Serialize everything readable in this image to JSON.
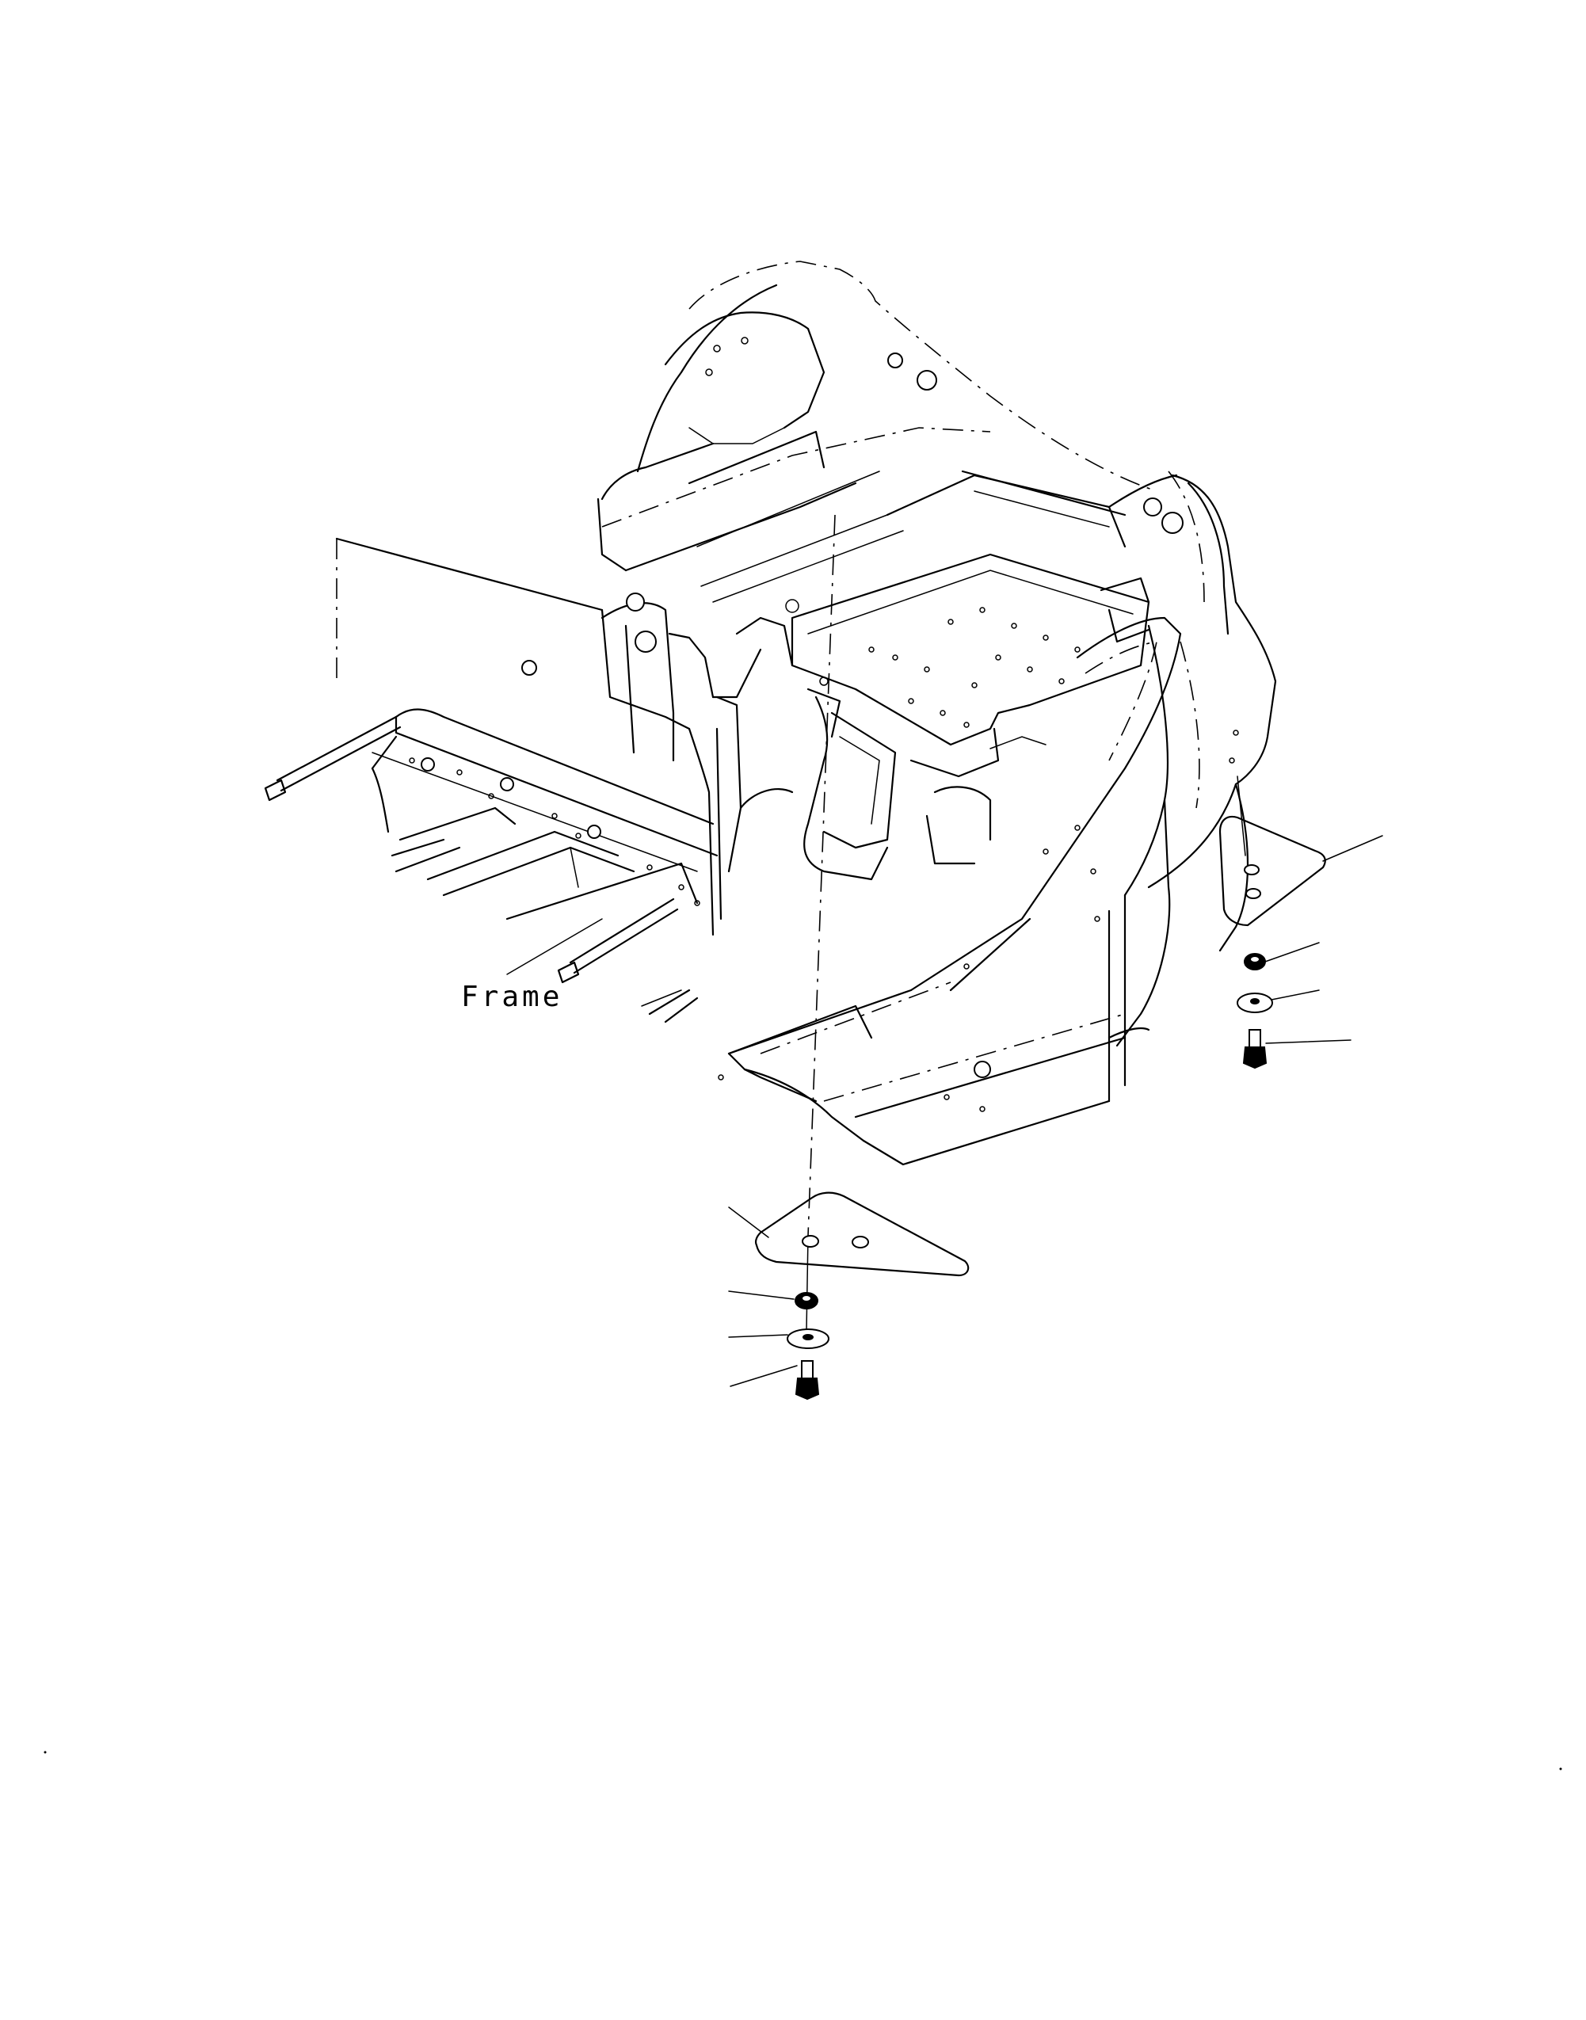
{
  "drawing": {
    "frame_label": "Frame",
    "callouts": [
      {
        "id": "right-plate"
      },
      {
        "id": "right-nut"
      },
      {
        "id": "right-washer"
      },
      {
        "id": "right-bolt"
      },
      {
        "id": "front-plate"
      },
      {
        "id": "front-nut"
      },
      {
        "id": "front-washer"
      },
      {
        "id": "front-bolt"
      }
    ]
  }
}
